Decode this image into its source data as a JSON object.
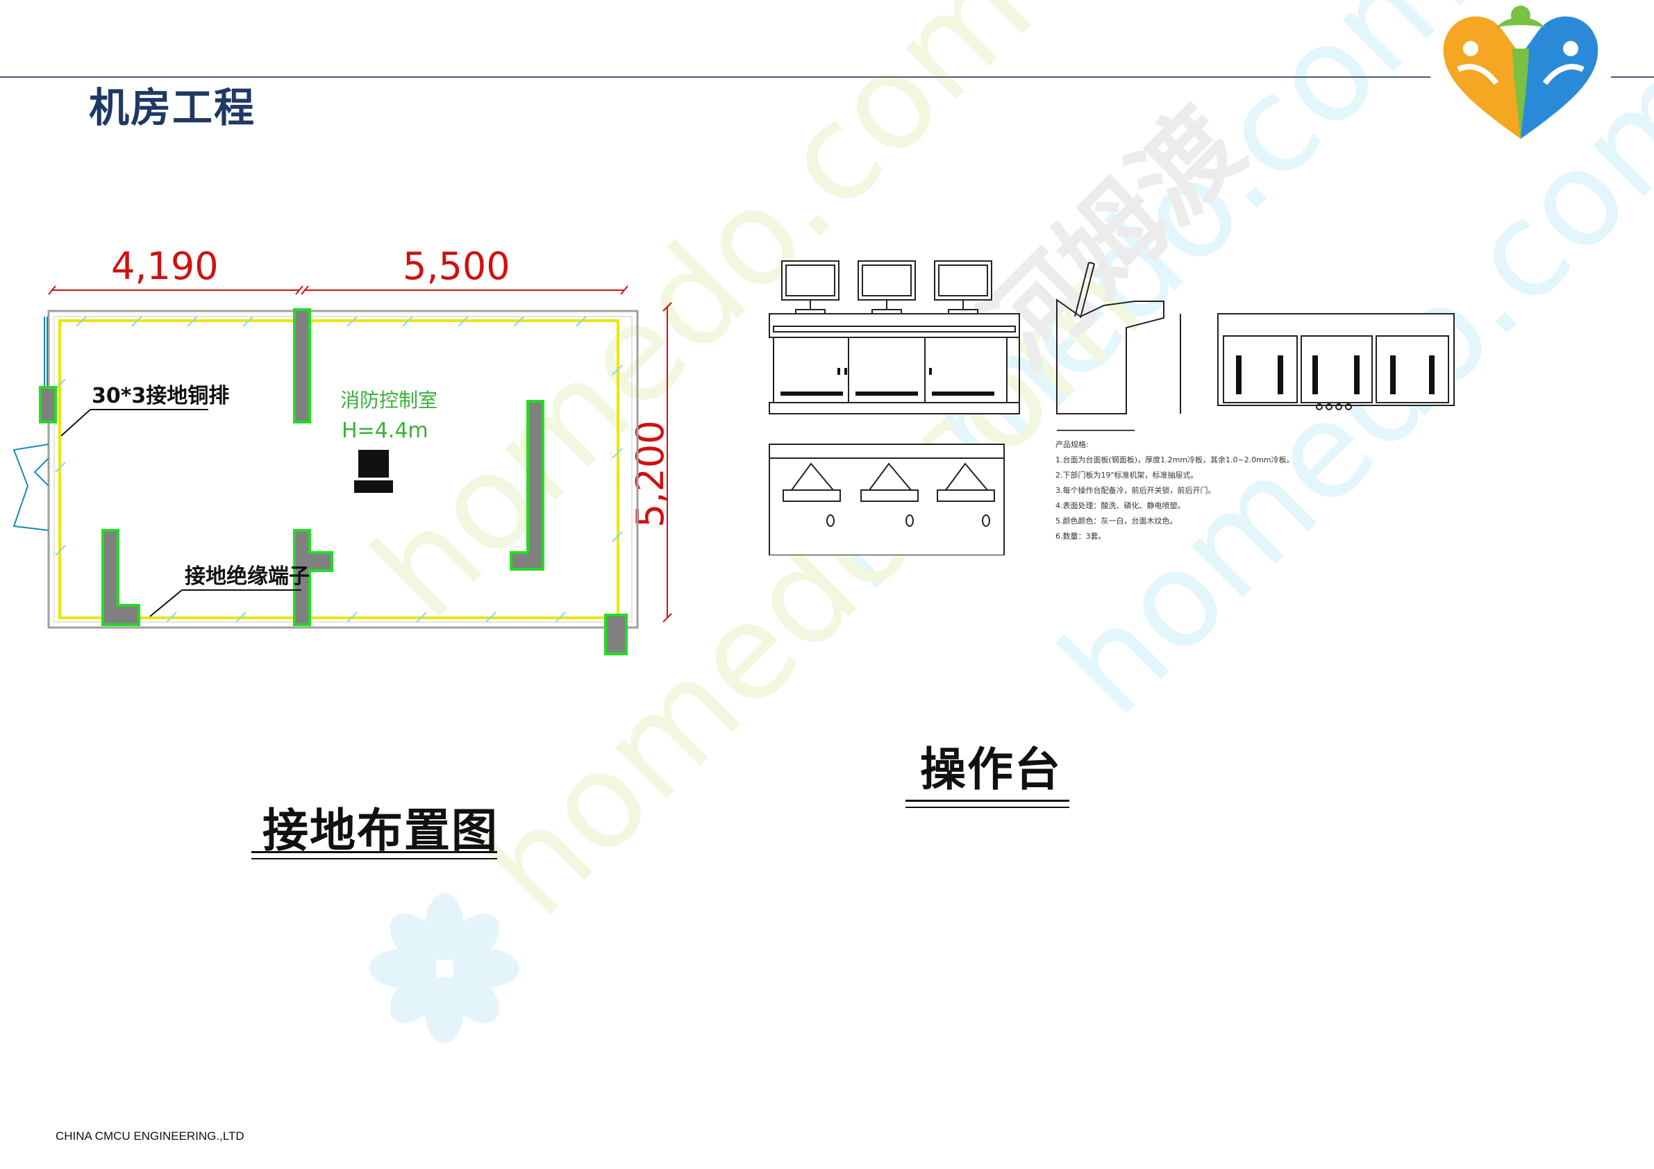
{
  "page": {
    "title": "机房工程",
    "footer": "CHINA CMCU ENGINEERING.,LTD"
  },
  "watermark": {
    "text": "homedo.com",
    "brand": "河姆渡"
  },
  "grounding_plan": {
    "caption": "接地布置图",
    "dim_top_left": "4,190",
    "dim_top_right": "5,500",
    "dim_right": "5,200",
    "label_copper_bar": "30*3接地铜排",
    "label_terminal": "接地绝缘端子",
    "room_name": "消防控制室",
    "room_height": "H=4.4m"
  },
  "console": {
    "caption": "操作台",
    "notes_title": "产品规格:",
    "notes": [
      "1.台面为台面板(钢面板)，厚度1.2mm冷板，其余1.0~2.0mm冷板。",
      "2.下部门板为19\"标准机架，标准抽屉式。",
      "3.每个操作台配备冷，前后开关锁，前后开门。",
      "4.表面处理：酸洗、磷化、静电喷塑。",
      "5.颜色颜色：灰一白，台面木纹色。",
      "6.数量：3套。"
    ]
  },
  "colors": {
    "title": "#1f3864",
    "dimension": "#d01010",
    "room_label": "#3ab03a",
    "ground_bar": "#e8e800",
    "column_fill": "#808080",
    "column_outline": "#22dd22",
    "watermark_green": "#f2f8e0",
    "watermark_cyan": "#e2f6fb"
  }
}
